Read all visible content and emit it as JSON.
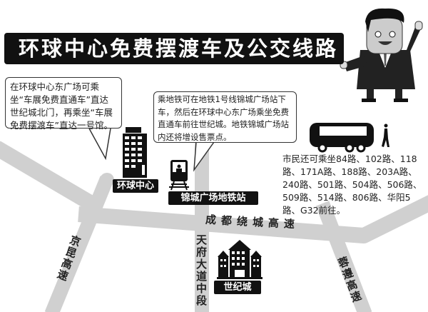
{
  "title": "环球中心免费摆渡车及公交线路",
  "bubbles": {
    "shuttle": "在环球中心东广场可乘坐“车展免费直通车”直达世纪城北门，再乘坐“车展免费摆渡车”直达一号馆。",
    "metro": "乘地铁可在地铁1号线锦城广场站下车，然后在环球中心东广场乘坐免费直通车前往世纪城。地铁锦城广场站内还将增设售票点。"
  },
  "places": {
    "global_center": "环球中心",
    "metro_station": "锦城广场地铁站",
    "century_city": "世纪城"
  },
  "roads": {
    "ring": "成都绕城高速",
    "jingkun": "京昆高速",
    "tianfu": "天府大道中段",
    "rongzun": "蓉遵高速"
  },
  "bus_routes": "市民还可乘坐84路、102路、118路、171A路、188路、203A路、240路、501路、504路、506路、509路、514路、806路、华阳5路、G32前往。",
  "colors": {
    "road": "#d0d0d0",
    "label_bg": "#111111"
  }
}
